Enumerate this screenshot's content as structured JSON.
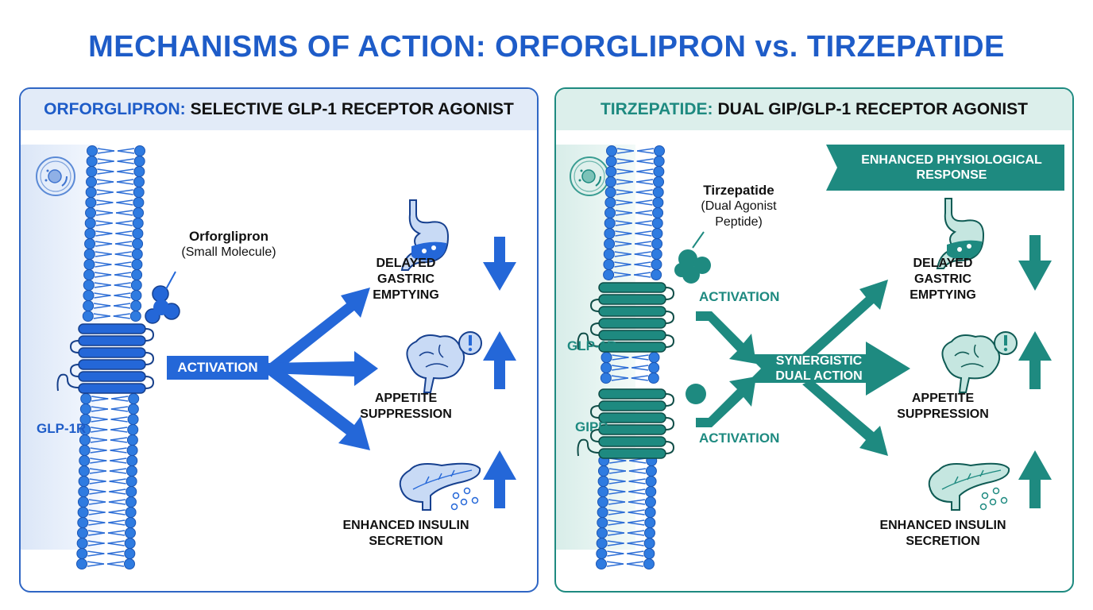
{
  "title": "MECHANISMS OF ACTION: ORFORGLIPRON vs. TIRZEPATIDE",
  "colors": {
    "blue": "#2467d8",
    "teal": "#1e8a80",
    "title_blue": "#1e5cc8"
  },
  "left_panel": {
    "header_drug": "ORFORGLIPRON:",
    "header_rest": "SELECTIVE GLP-1 RECEPTOR AGONIST",
    "cell_icon": "cell-icon",
    "drug_name": "Orforglipron",
    "drug_type": "(Small Molecule)",
    "receptor": "GLP-1R",
    "activation": "ACTIVATION",
    "effects": [
      {
        "label_line1": "DELAYED",
        "label_line2": "GASTRIC",
        "label_line3": "EMPTYING",
        "icon": "stomach-icon",
        "direction": "down"
      },
      {
        "label_line1": "APPETITE",
        "label_line2": "SUPPRESSION",
        "label_line3": "",
        "icon": "brain-icon",
        "direction": "up"
      },
      {
        "label_line1": "ENHANCED INSULIN",
        "label_line2": "SECRETION",
        "label_line3": "",
        "icon": "pancreas-icon",
        "direction": "up"
      }
    ]
  },
  "right_panel": {
    "header_drug": "TIRZEPATIDE:",
    "header_rest": "DUAL GIP/GLP-1 RECEPTOR AGONIST",
    "cell_icon": "cell-icon",
    "drug_name": "Tirzepatide",
    "drug_type_line1": "(Dual Agonist",
    "drug_type_line2": "Peptide)",
    "receptor_1": "GLP-1R",
    "receptor_2": "GIPR",
    "activation_1": "ACTIVATION",
    "activation_2": "ACTIVATION",
    "synergy_line1": "SYNERGISTIC",
    "synergy_line2": "DUAL ACTION",
    "banner_line1": "ENHANCED PHYSIOLOGICAL",
    "banner_line2": "RESPONSE",
    "effects": [
      {
        "label_line1": "DELAYED",
        "label_line2": "GASTRIC",
        "label_line3": "EMPTYING",
        "icon": "stomach-icon",
        "direction": "down"
      },
      {
        "label_line1": "APPETITE",
        "label_line2": "SUPPRESSION",
        "label_line3": "",
        "icon": "brain-icon",
        "direction": "up"
      },
      {
        "label_line1": "ENHANCED INSULIN",
        "label_line2": "SECRETION",
        "label_line3": "",
        "icon": "pancreas-icon",
        "direction": "up"
      }
    ]
  }
}
